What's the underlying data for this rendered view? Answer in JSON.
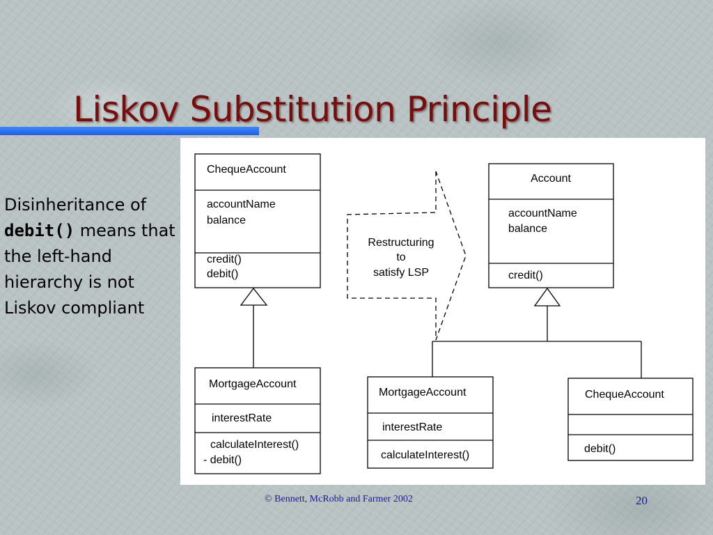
{
  "slide": {
    "title": "Liskov Substitution Principle",
    "side_text": {
      "line1": "Disinheritance of",
      "code": "debit()",
      "rest": " means that the left-hand hierarchy is not Liskov compliant"
    },
    "footer": "©  Bennett, McRobb and Farmer 2002",
    "page_number": "20"
  },
  "diagram": {
    "left": {
      "parent": {
        "name": "ChequeAccount",
        "attributes": [
          "accountName",
          "balance"
        ],
        "operations": [
          "credit()",
          "debit()"
        ]
      },
      "child": {
        "name": "MortgageAccount",
        "attributes": [
          "interestRate"
        ],
        "operations": [
          "calculateInterest()",
          "- debit()"
        ]
      }
    },
    "arrow_label": [
      "Restructuring",
      "to",
      "satisfy LSP"
    ],
    "right": {
      "parent": {
        "name": "Account",
        "attributes": [
          "accountName",
          "balance"
        ],
        "operations": [
          "credit()"
        ]
      },
      "child1": {
        "name": "MortgageAccount",
        "attributes": [
          "interestRate"
        ],
        "operations": [
          "calculateInterest()"
        ]
      },
      "child2": {
        "name": "ChequeAccount",
        "attributes": [],
        "operations": [
          "debit()"
        ]
      }
    }
  }
}
